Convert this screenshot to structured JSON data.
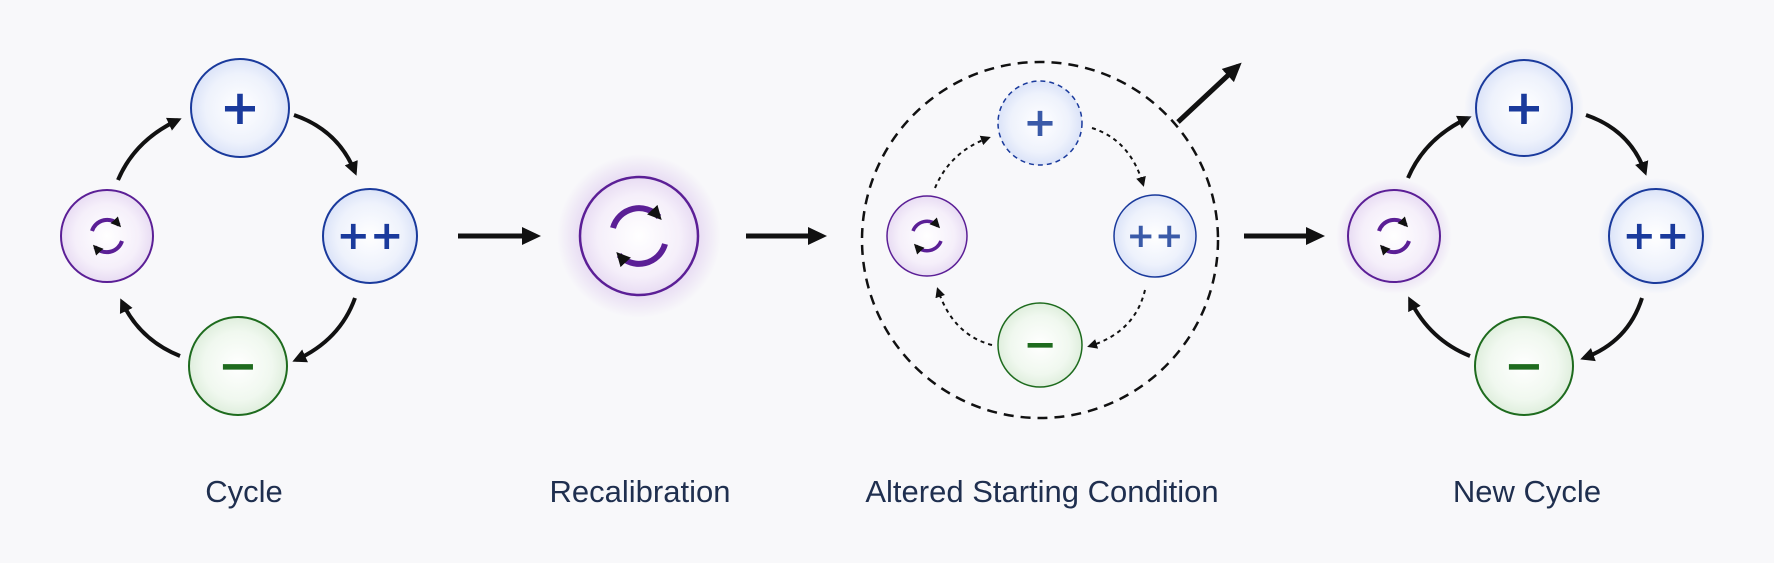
{
  "stages": [
    {
      "id": "cycle",
      "label": "Cycle"
    },
    {
      "id": "recalibration",
      "label": "Recalibration"
    },
    {
      "id": "altered",
      "label": "Altered Starting Condition"
    },
    {
      "id": "new-cycle",
      "label": "New Cycle"
    }
  ],
  "symbols": {
    "plus": "+",
    "double_plus": "++",
    "minus": "−"
  },
  "icons": {
    "recalibrate": "circular-arrows-icon",
    "flow": "arrow-right-icon",
    "exit": "arrow-up-right-icon"
  },
  "colors": {
    "blue": "#1a3a9c",
    "blue_fill": "#eef2fc",
    "green": "#1e6b1e",
    "green_fill": "#f0f8ef",
    "purple": "#5b1f96",
    "purple_fill": "#f5effa",
    "arrow": "#111111",
    "text": "#1f2f4f"
  }
}
